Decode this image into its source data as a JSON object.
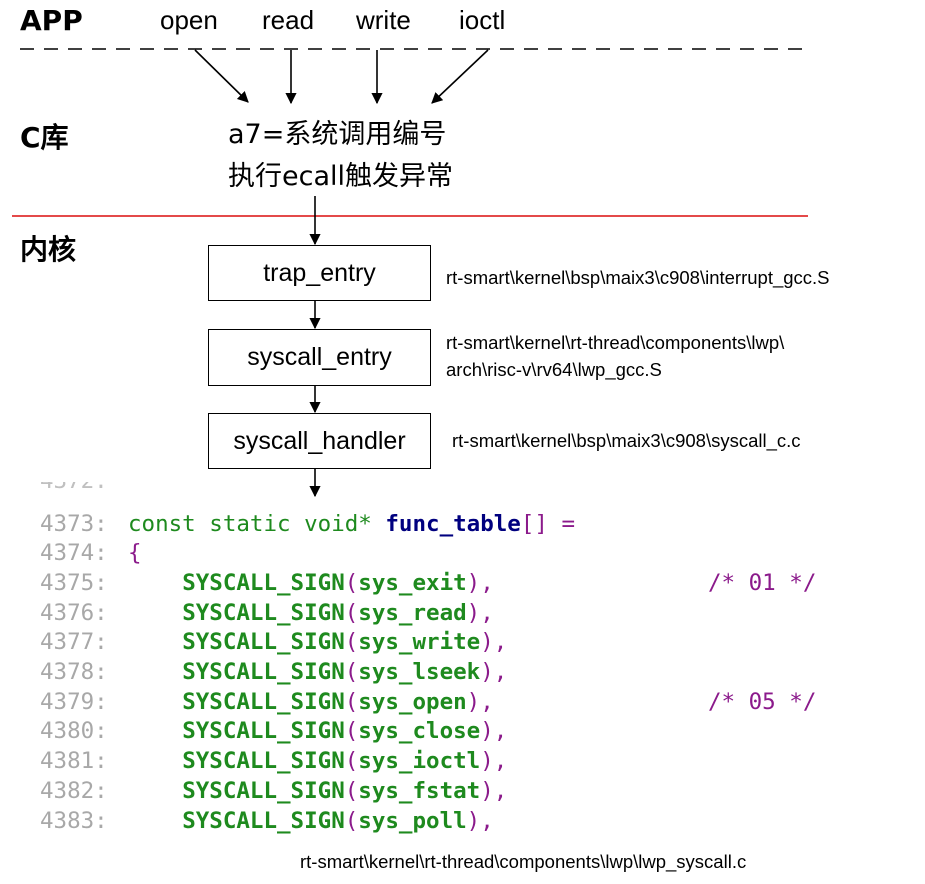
{
  "layers": {
    "app": "APP",
    "clib": "C库",
    "kernel": "内核"
  },
  "app_calls": [
    "open",
    "read",
    "write",
    "ioctl"
  ],
  "clib_steps": [
    "a7=系统调用编号",
    "执行ecall触发异常"
  ],
  "kernel_boxes": [
    {
      "label": "trap_entry",
      "path": [
        "rt-smart\\kernel\\bsp\\maix3\\c908\\interrupt_gcc.S"
      ]
    },
    {
      "label": "syscall_entry",
      "path": [
        "rt-smart\\kernel\\rt-thread\\components\\lwp\\",
        "arch\\risc-v\\rv64\\lwp_gcc.S"
      ]
    },
    {
      "label": "syscall_handler",
      "path": [
        "rt-smart\\kernel\\bsp\\maix3\\c908\\syscall_c.c"
      ]
    }
  ],
  "code": {
    "partial_line_number": "4372:",
    "header": {
      "line": "4373:",
      "keywords": "const static void* ",
      "name": "func_table",
      "suffix": "[] ="
    },
    "brace": {
      "line": "4374:",
      "text": "{"
    },
    "macro": "SYSCALL_SIGN",
    "entries": [
      {
        "line": "4375:",
        "fn": "sys_exit",
        "comment": "/* 01 */"
      },
      {
        "line": "4376:",
        "fn": "sys_read",
        "comment": ""
      },
      {
        "line": "4377:",
        "fn": "sys_write",
        "comment": ""
      },
      {
        "line": "4378:",
        "fn": "sys_lseek",
        "comment": ""
      },
      {
        "line": "4379:",
        "fn": "sys_open",
        "comment": "/* 05 */"
      },
      {
        "line": "4380:",
        "fn": "sys_close",
        "comment": ""
      },
      {
        "line": "4381:",
        "fn": "sys_ioctl",
        "comment": ""
      },
      {
        "line": "4382:",
        "fn": "sys_fstat",
        "comment": ""
      },
      {
        "line": "4383:",
        "fn": "sys_poll",
        "comment": ""
      }
    ],
    "source_path": "rt-smart\\kernel\\rt-thread\\components\\lwp\\lwp_syscall.c"
  },
  "colors": {
    "kernel_divider": "#e03030",
    "keyword": "#1e8a1e",
    "identifier": "#00007f",
    "punctuation": "#8b1a8b",
    "line_number": "#a8a8a8"
  }
}
